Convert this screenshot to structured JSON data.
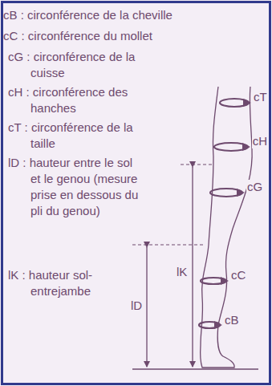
{
  "diagram": {
    "labels": [
      "cB : circonférence de la cheville",
      "cC : circonférence du mollet",
      "cG : circonférence de la cuisse",
      "cH : circonférence des hanches",
      "cT : circonférence de la taille",
      "lD : hauteur entre le sol et le genou (mesure prise en dessous du pli du genou)",
      "lK : hauteur sol-entrejambe",
      "cT",
      "cH",
      "cG",
      "lK",
      "cC",
      "lD",
      "cB"
    ]
  }
}
